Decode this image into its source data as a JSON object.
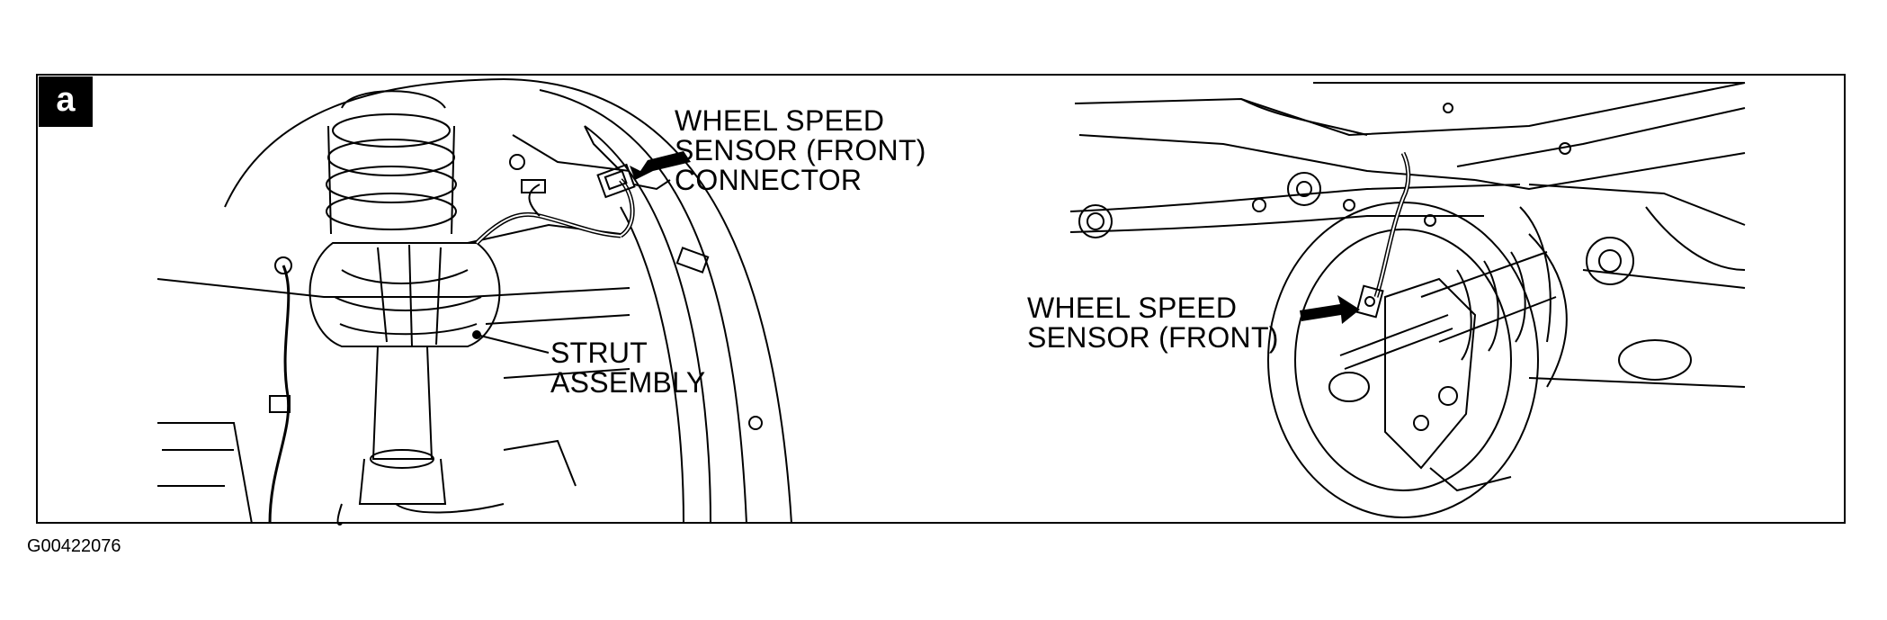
{
  "figure": {
    "panel_letter": "a",
    "figure_id": "G00422076"
  },
  "callouts": {
    "connector": {
      "line1": "WHEEL SPEED",
      "line2": "SENSOR (FRONT)",
      "line3": "CONNECTOR"
    },
    "strut": {
      "line1": "STRUT",
      "line2": "ASSEMBLY"
    },
    "sensor": {
      "line1": "WHEEL SPEED",
      "line2": "SENSOR (FRONT)"
    }
  }
}
